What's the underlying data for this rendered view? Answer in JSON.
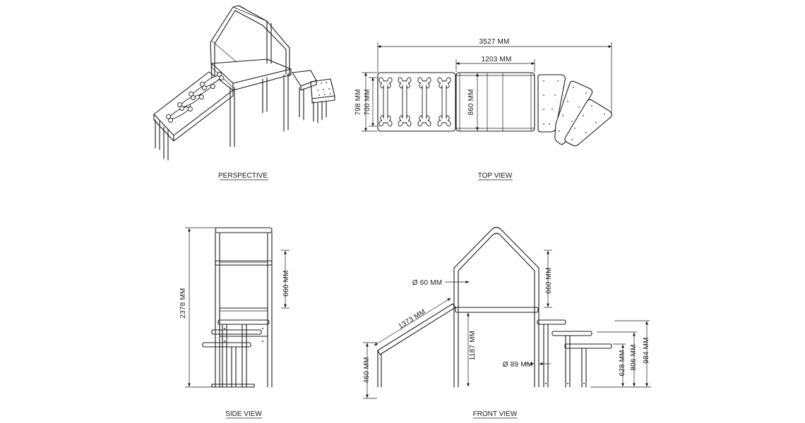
{
  "views": {
    "perspective": {
      "caption": "PERSPECTIVE"
    },
    "top": {
      "caption": "TOP VIEW",
      "overall_length": "3527 MM",
      "deck_length": "1203 MM",
      "ramp_width_outer": "798 MM",
      "ramp_width_inner": "700 MM",
      "deck_width": "860 MM"
    },
    "side": {
      "caption": "SIDE VIEW",
      "total_height": "2378 MM",
      "roof_height": "660 MM"
    },
    "front": {
      "caption": "FRONT VIEW",
      "tube_diameter_small": "Ø 60 MM",
      "tube_diameter_large": "Ø 89 MM",
      "ramp_length": "1373 MM",
      "ramp_low_height": "460 MM",
      "deck_height": "1187 MM",
      "roof_height": "660 MM",
      "step_height_1": "628 MM",
      "step_height_2": "806 MM",
      "step_height_3": "984 MM"
    }
  }
}
